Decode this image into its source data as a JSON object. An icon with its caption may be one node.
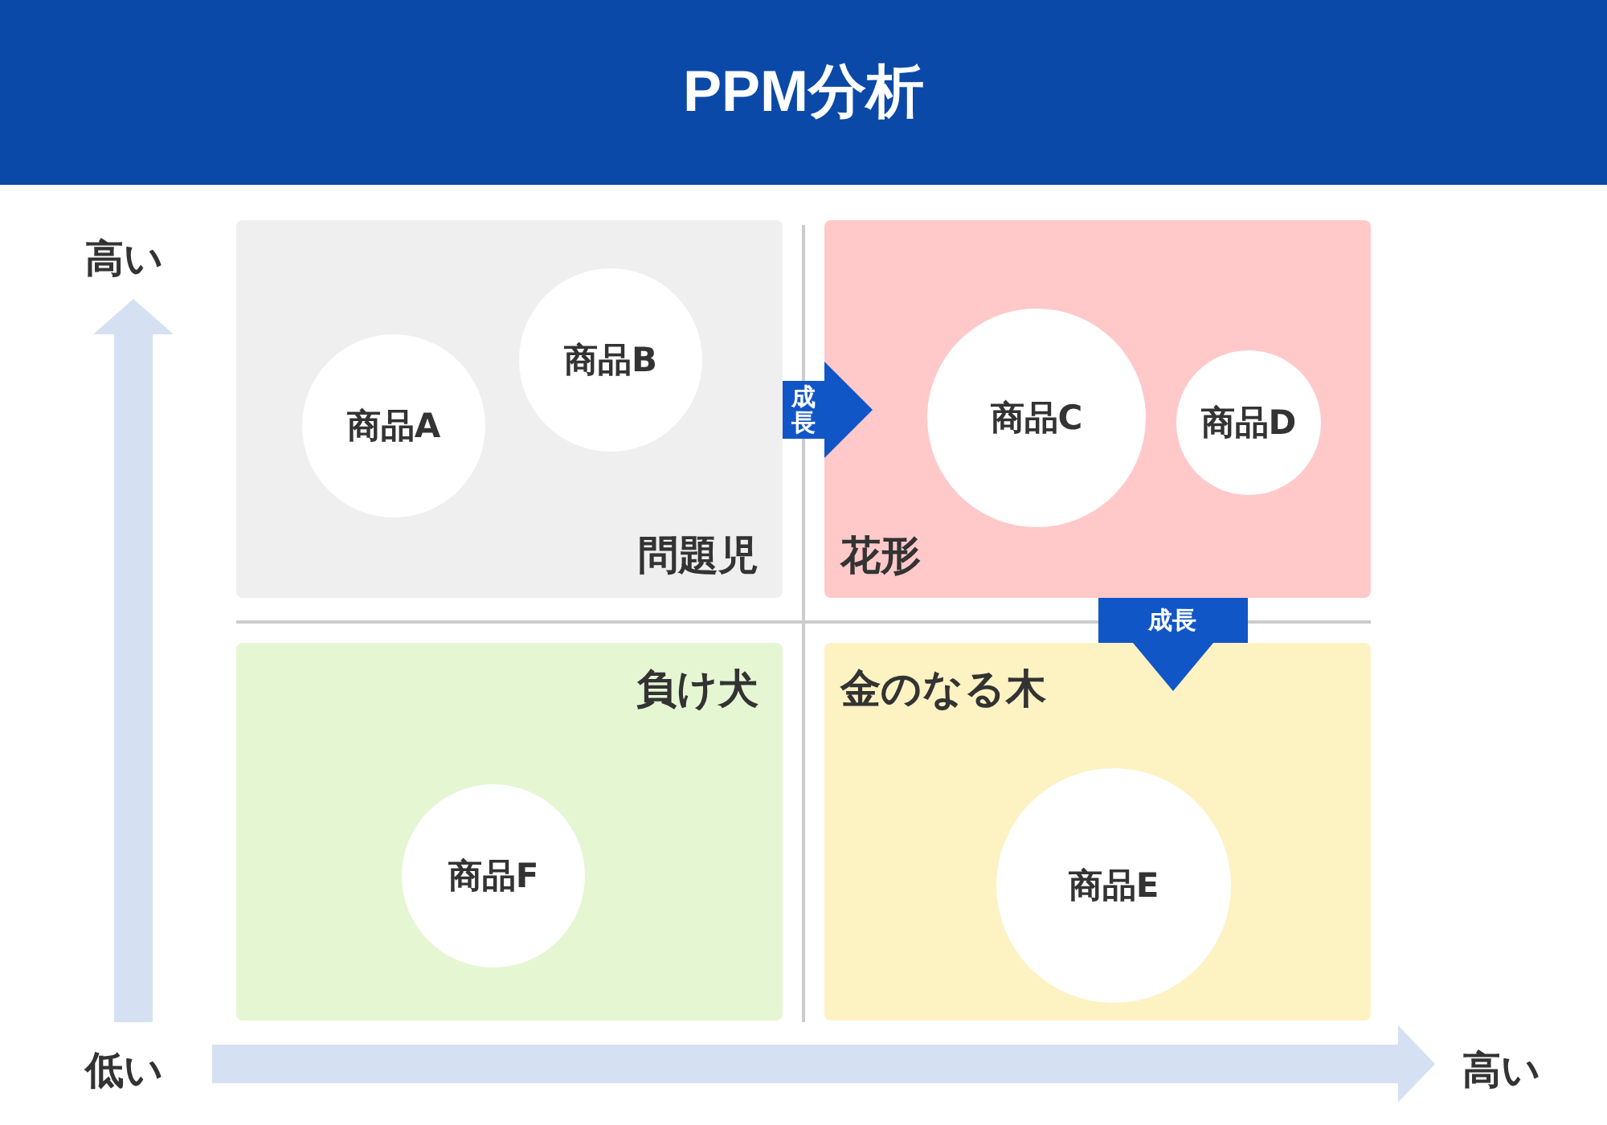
{
  "diagram": {
    "title": "PPM分析",
    "nodes": [
      {
        "text": [
          "問題児"
        ]
      },
      {
        "text": [
          "商品A"
        ],
        "in": 0
      },
      {
        "text": [
          "商品B"
        ],
        "in": 0
      },
      {
        "text": [
          "花形"
        ]
      },
      {
        "text": [
          "商品C"
        ],
        "in": 3
      },
      {
        "text": [
          "商品D"
        ],
        "in": 3
      },
      {
        "text": [
          "負け犬"
        ]
      },
      {
        "text": [
          "商品F"
        ],
        "in": 6
      },
      {
        "text": [
          "金のなる木"
        ]
      },
      {
        "text": [
          "商品E"
        ],
        "in": 8
      }
    ],
    "edges": [
      {
        "from": 0,
        "to": 3,
        "arrow": "to",
        "label": "成長"
      },
      {
        "from": 3,
        "to": 8,
        "arrow": "to",
        "label": "成長",
        "style": "thick"
      }
    ],
    "labels": [
      "高い",
      "低い",
      "高い"
    ]
  }
}
